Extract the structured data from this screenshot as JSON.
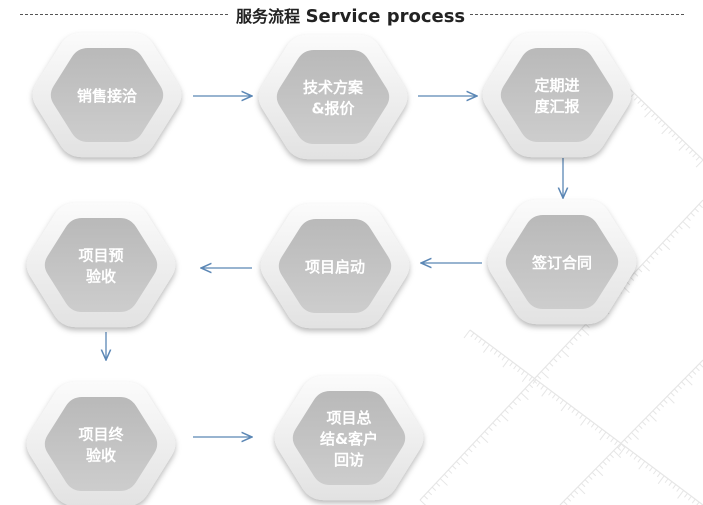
{
  "title": {
    "zh": "服务流程",
    "en": "Service process"
  },
  "steps": [
    {
      "id": "s1",
      "lines": [
        "销售接洽"
      ]
    },
    {
      "id": "s2",
      "lines": [
        "技术方案",
        "&报价"
      ]
    },
    {
      "id": "s3",
      "lines": [
        "定期进",
        "度汇报"
      ]
    },
    {
      "id": "s4",
      "lines": [
        "签订合同"
      ]
    },
    {
      "id": "s5",
      "lines": [
        "项目启动"
      ]
    },
    {
      "id": "s6",
      "lines": [
        "项目预",
        "验收"
      ]
    },
    {
      "id": "s7",
      "lines": [
        "项目终",
        "验收"
      ]
    },
    {
      "id": "s8",
      "lines": [
        "项目总",
        "结&客户",
        "回访"
      ]
    }
  ],
  "flow": [
    "s1",
    "s2",
    "s3",
    "s4",
    "s5",
    "s6",
    "s7",
    "s8"
  ],
  "colors": {
    "hex_outer": "#f1f1f1",
    "hex_inner": "#c4c4c4",
    "arrow": "#5b87b5",
    "ruler": "#e3e3e3",
    "label": "#ffffff"
  }
}
